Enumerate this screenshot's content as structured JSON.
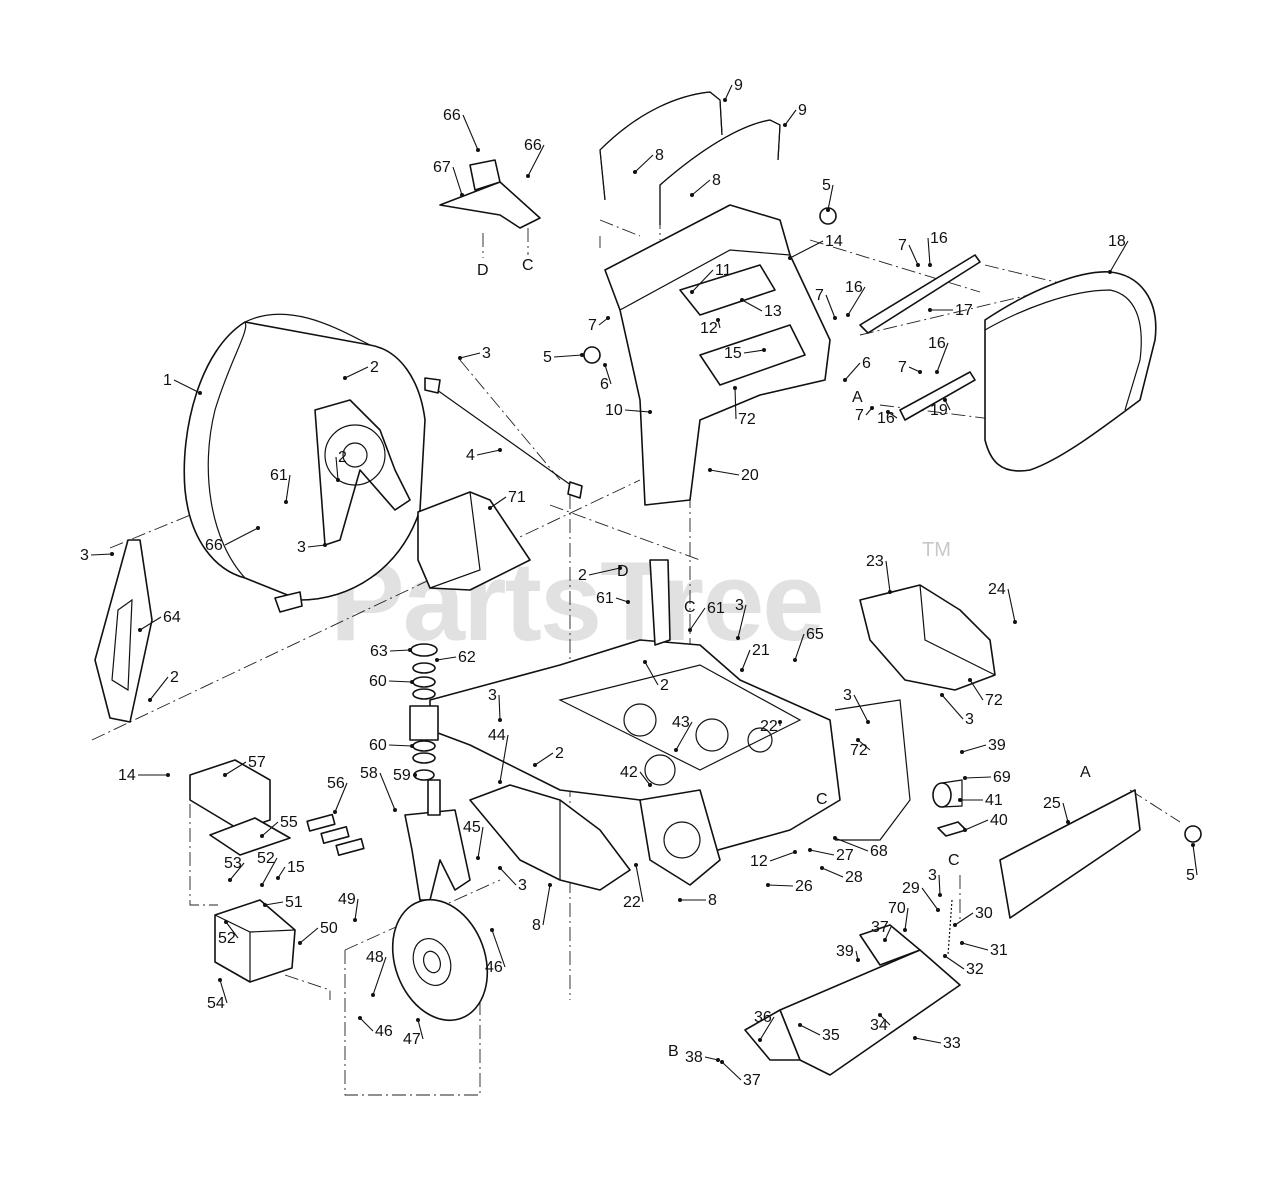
{
  "diagram": {
    "watermark": "PartsTree",
    "watermark_mark": "TM",
    "callouts": [
      {
        "id": "c1",
        "text": "1"
      },
      {
        "id": "c2a",
        "text": "2"
      },
      {
        "id": "c2b",
        "text": "2"
      },
      {
        "id": "c2c",
        "text": "2"
      },
      {
        "id": "c2d",
        "text": "2"
      },
      {
        "id": "c2e",
        "text": "2"
      },
      {
        "id": "c2f",
        "text": "2"
      },
      {
        "id": "c3a",
        "text": "3"
      },
      {
        "id": "c3b",
        "text": "3"
      },
      {
        "id": "c3c",
        "text": "3"
      },
      {
        "id": "c3d",
        "text": "3"
      },
      {
        "id": "c3e",
        "text": "3"
      },
      {
        "id": "c3f",
        "text": "3"
      },
      {
        "id": "c3g",
        "text": "3"
      },
      {
        "id": "c3h",
        "text": "3"
      },
      {
        "id": "c3i",
        "text": "3"
      },
      {
        "id": "c4",
        "text": "4"
      },
      {
        "id": "c5a",
        "text": "5"
      },
      {
        "id": "c5b",
        "text": "5"
      },
      {
        "id": "c5c",
        "text": "5"
      },
      {
        "id": "c6a",
        "text": "6"
      },
      {
        "id": "c6b",
        "text": "6"
      },
      {
        "id": "c7a",
        "text": "7"
      },
      {
        "id": "c7b",
        "text": "7"
      },
      {
        "id": "c7c",
        "text": "7"
      },
      {
        "id": "c7d",
        "text": "7"
      },
      {
        "id": "c7e",
        "text": "7"
      },
      {
        "id": "c8a",
        "text": "8"
      },
      {
        "id": "c8b",
        "text": "8"
      },
      {
        "id": "c8c",
        "text": "8"
      },
      {
        "id": "c8d",
        "text": "8"
      },
      {
        "id": "c9a",
        "text": "9"
      },
      {
        "id": "c9b",
        "text": "9"
      },
      {
        "id": "c10",
        "text": "10"
      },
      {
        "id": "c11",
        "text": "11"
      },
      {
        "id": "c12a",
        "text": "12"
      },
      {
        "id": "c12b",
        "text": "12"
      },
      {
        "id": "c13",
        "text": "13"
      },
      {
        "id": "c14a",
        "text": "14"
      },
      {
        "id": "c14b",
        "text": "14"
      },
      {
        "id": "c15a",
        "text": "15"
      },
      {
        "id": "c15b",
        "text": "15"
      },
      {
        "id": "c16a",
        "text": "16"
      },
      {
        "id": "c16b",
        "text": "16"
      },
      {
        "id": "c16c",
        "text": "16"
      },
      {
        "id": "c16d",
        "text": "16"
      },
      {
        "id": "c17",
        "text": "17"
      },
      {
        "id": "c18",
        "text": "18"
      },
      {
        "id": "c19",
        "text": "19"
      },
      {
        "id": "c20",
        "text": "20"
      },
      {
        "id": "c21",
        "text": "21"
      },
      {
        "id": "c22a",
        "text": "22"
      },
      {
        "id": "c22b",
        "text": "22"
      },
      {
        "id": "c23",
        "text": "23"
      },
      {
        "id": "c24",
        "text": "24"
      },
      {
        "id": "c25",
        "text": "25"
      },
      {
        "id": "c26",
        "text": "26"
      },
      {
        "id": "c27",
        "text": "27"
      },
      {
        "id": "c28",
        "text": "28"
      },
      {
        "id": "c29",
        "text": "29"
      },
      {
        "id": "c30",
        "text": "30"
      },
      {
        "id": "c31",
        "text": "31"
      },
      {
        "id": "c32",
        "text": "32"
      },
      {
        "id": "c33",
        "text": "33"
      },
      {
        "id": "c34",
        "text": "34"
      },
      {
        "id": "c35",
        "text": "35"
      },
      {
        "id": "c36",
        "text": "36"
      },
      {
        "id": "c37a",
        "text": "37"
      },
      {
        "id": "c37b",
        "text": "37"
      },
      {
        "id": "c38",
        "text": "38"
      },
      {
        "id": "c39a",
        "text": "39"
      },
      {
        "id": "c39b",
        "text": "39"
      },
      {
        "id": "c40",
        "text": "40"
      },
      {
        "id": "c41",
        "text": "41"
      },
      {
        "id": "c42",
        "text": "42"
      },
      {
        "id": "c43",
        "text": "43"
      },
      {
        "id": "c44",
        "text": "44"
      },
      {
        "id": "c45",
        "text": "45"
      },
      {
        "id": "c46a",
        "text": "46"
      },
      {
        "id": "c46b",
        "text": "46"
      },
      {
        "id": "c47",
        "text": "47"
      },
      {
        "id": "c48",
        "text": "48"
      },
      {
        "id": "c49",
        "text": "49"
      },
      {
        "id": "c50",
        "text": "50"
      },
      {
        "id": "c51",
        "text": "51"
      },
      {
        "id": "c52a",
        "text": "52"
      },
      {
        "id": "c52b",
        "text": "52"
      },
      {
        "id": "c53",
        "text": "53"
      },
      {
        "id": "c54",
        "text": "54"
      },
      {
        "id": "c55",
        "text": "55"
      },
      {
        "id": "c56",
        "text": "56"
      },
      {
        "id": "c57",
        "text": "57"
      },
      {
        "id": "c58",
        "text": "58"
      },
      {
        "id": "c59",
        "text": "59"
      },
      {
        "id": "c60a",
        "text": "60"
      },
      {
        "id": "c60b",
        "text": "60"
      },
      {
        "id": "c61a",
        "text": "61"
      },
      {
        "id": "c61b",
        "text": "61"
      },
      {
        "id": "c61c",
        "text": "61"
      },
      {
        "id": "c62",
        "text": "62"
      },
      {
        "id": "c63",
        "text": "63"
      },
      {
        "id": "c64",
        "text": "64"
      },
      {
        "id": "c65",
        "text": "65"
      },
      {
        "id": "c66a",
        "text": "66"
      },
      {
        "id": "c66b",
        "text": "66"
      },
      {
        "id": "c66c",
        "text": "66"
      },
      {
        "id": "c67",
        "text": "67"
      },
      {
        "id": "c68",
        "text": "68"
      },
      {
        "id": "c69",
        "text": "69"
      },
      {
        "id": "c70",
        "text": "70"
      },
      {
        "id": "c71",
        "text": "71"
      },
      {
        "id": "c72a",
        "text": "72"
      },
      {
        "id": "c72b",
        "text": "72"
      },
      {
        "id": "c72c",
        "text": "72"
      },
      {
        "id": "rA1",
        "text": "A"
      },
      {
        "id": "rA2",
        "text": "A"
      },
      {
        "id": "rB",
        "text": "B"
      },
      {
        "id": "rC1",
        "text": "C"
      },
      {
        "id": "rC2",
        "text": "C"
      },
      {
        "id": "rC3",
        "text": "C"
      },
      {
        "id": "rC4",
        "text": "C"
      },
      {
        "id": "rD1",
        "text": "D"
      },
      {
        "id": "rD2",
        "text": "D"
      }
    ]
  }
}
